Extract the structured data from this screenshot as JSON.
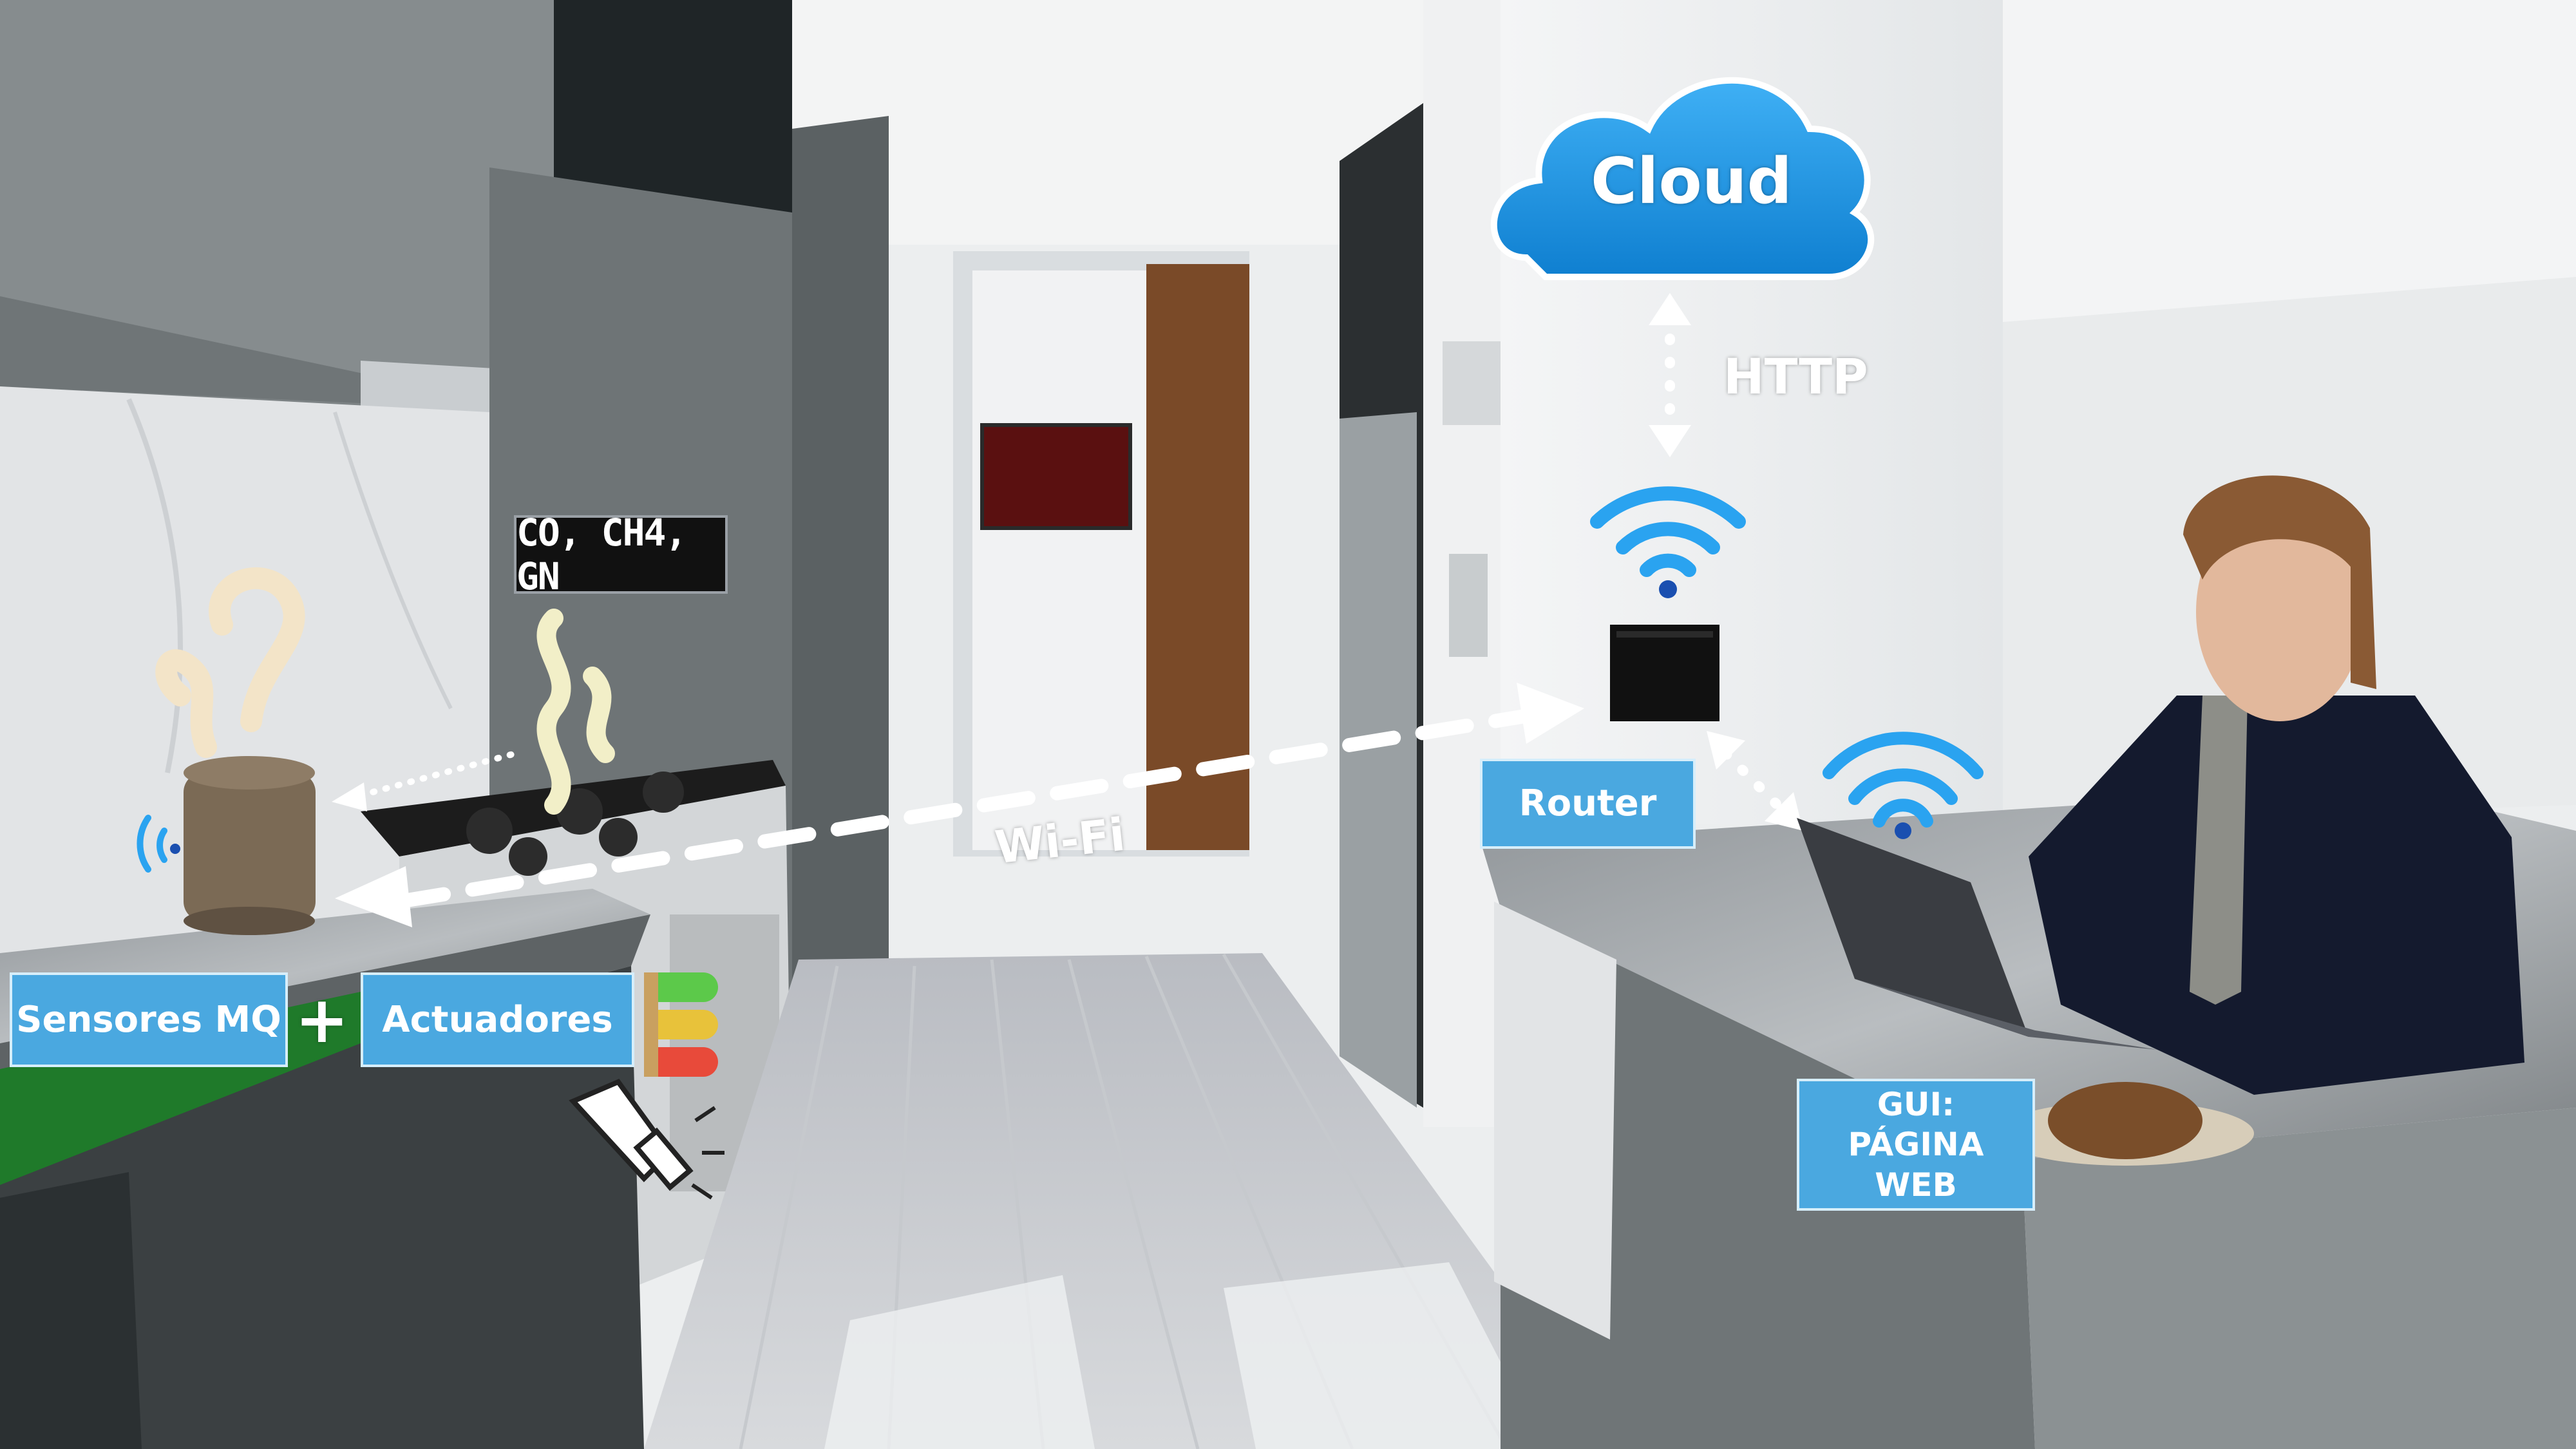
{
  "labels": {
    "cloud": "Cloud",
    "http": "HTTP",
    "router": "Router",
    "wifi": "Wi-Fi",
    "gases": "CO, CH4, GN",
    "sensors": "Sensores MQ",
    "plus": "+",
    "actuators": "Actuadores",
    "gui": "GUI: PÁGINA WEB"
  },
  "colors": {
    "label_box": "#4aa8e0",
    "label_border": "#d6eefb",
    "wifi_signal": "#2aa3f0",
    "cloud_fill": "#1e95e6",
    "router_body": "#111111",
    "led_green": "#5cc94a",
    "led_yellow": "#e8c23a",
    "led_red": "#e84a3a"
  },
  "icons": [
    "cloud-icon",
    "wifi-icon",
    "router-icon",
    "gas-sensor-icon",
    "smoke-icon",
    "led-actuator-icon",
    "buzzer-icon",
    "laptop-icon",
    "question-smoke-icon"
  ]
}
